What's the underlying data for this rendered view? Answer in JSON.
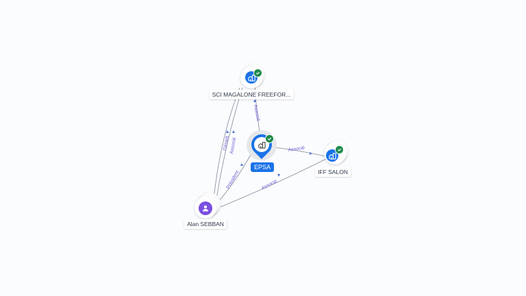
{
  "colors": {
    "background": "#fbfcfe",
    "company": "#1a73e8",
    "person": "#7b4fe0",
    "verified": "#1f8a4c",
    "edge": "#7c8a9c",
    "edge_label": "#6c5fd6"
  },
  "nodes": [
    {
      "id": "epsa",
      "label": "EPSA",
      "type": "company-center",
      "icon": "building-icon",
      "verified": true
    },
    {
      "id": "sci",
      "label": "SCI MAGALONE FREEFOR...",
      "type": "company",
      "icon": "building-icon",
      "verified": true
    },
    {
      "id": "iff",
      "label": "IFF SALON",
      "type": "company",
      "icon": "building-icon",
      "verified": true
    },
    {
      "id": "alan",
      "label": "Alan SEBBAN",
      "type": "person",
      "icon": "person-icon",
      "verified": false
    }
  ],
  "edges": [
    {
      "from": "epsa",
      "to": "sci",
      "label": "Associé"
    },
    {
      "from": "epsa",
      "to": "iff",
      "label": "Associé"
    },
    {
      "from": "alan",
      "to": "sci",
      "label": "Gérant"
    },
    {
      "from": "alan",
      "to": "sci",
      "label2": "Associé",
      "label": "Associé"
    },
    {
      "from": "alan",
      "to": "epsa",
      "label": "Président"
    },
    {
      "from": "alan",
      "to": "iff",
      "label": "Associé"
    }
  ]
}
